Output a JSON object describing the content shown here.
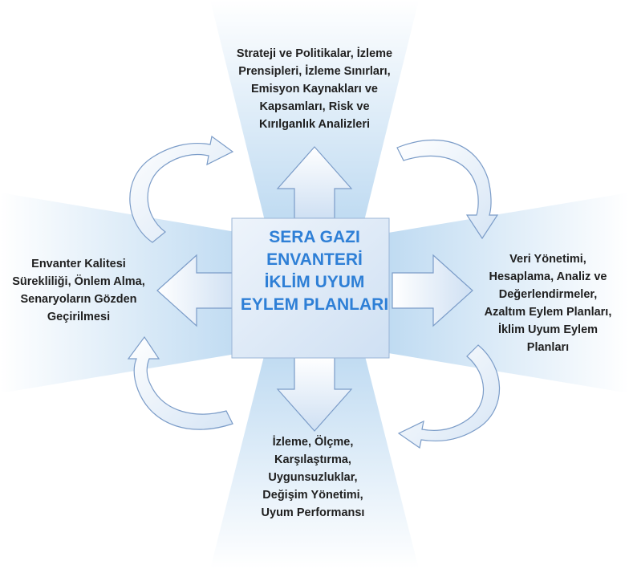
{
  "center": {
    "lines": [
      "SERA GAZI",
      "ENVANTERİ",
      "İKLİM UYUM",
      "EYLEM PLANLARI"
    ]
  },
  "top_block": {
    "lines": [
      "Strateji ve Politikalar, İzleme",
      "Prensipleri, İzleme Sınırları,",
      "Emisyon Kaynakları ve",
      "Kapsamları, Risk ve",
      "Kırılganlık Analizleri"
    ]
  },
  "right_block": {
    "lines": [
      "Veri Yönetimi,",
      "Hesaplama, Analiz ve",
      "Değerlendirmeler,",
      "Azaltım Eylem Planları,",
      "İklim Uyum Eylem",
      "Planları"
    ]
  },
  "bottom_block": {
    "lines": [
      "İzleme, Ölçme,",
      "Karşılaştırma,",
      "Uygunsuzluklar,",
      "Değişim Yönetimi,",
      "Uyum Performansı"
    ]
  },
  "left_block": {
    "lines": [
      "Envanter Kalitesi",
      "Sürekliliği, Önlem Alma,",
      "Senaryoların Gözden",
      "Geçirilmesi"
    ]
  },
  "colors": {
    "accent": "#2e7fd6",
    "arrow_fill_light": "#ffffff",
    "arrow_fill_dark": "#cfe0f3",
    "arrow_stroke": "#7b9cc8",
    "glow": "#bcd9f1",
    "text": "#1f1f1f"
  }
}
